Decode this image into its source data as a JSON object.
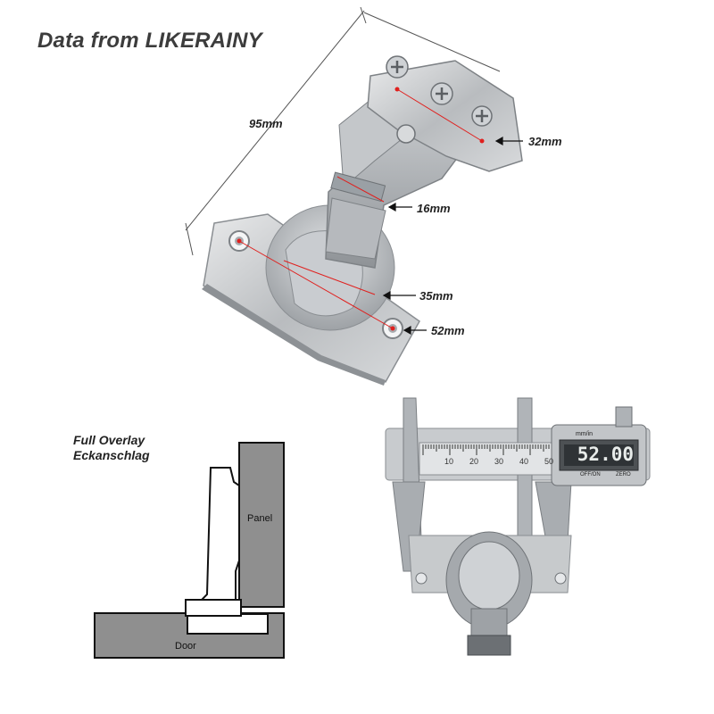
{
  "title": "Data from LIKERAINY",
  "dimensions": {
    "length": "95mm",
    "mount_width": "32mm",
    "arm_width": "16mm",
    "cup": "35mm",
    "plate": "52mm"
  },
  "diagram": {
    "caption_line1": "Full Overlay",
    "caption_line2": "Eckanschlag",
    "panel_label": "Panel",
    "door_label": "Door"
  },
  "caliper": {
    "brand": "mm/in",
    "reading": "52.00",
    "btn_onoff": "OFF/ON",
    "btn_zero": "ZERO",
    "scale_numbers": [
      "10",
      "20",
      "30",
      "40",
      "50"
    ]
  }
}
